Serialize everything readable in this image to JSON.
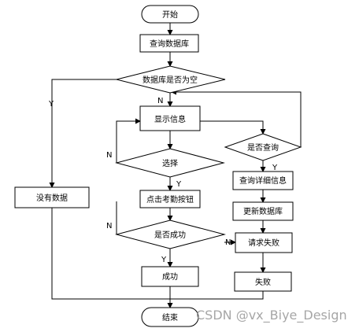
{
  "nodes": {
    "start": "开始",
    "query_db": "查询数据库",
    "db_empty": "数据库是否为空",
    "show_info": "显示信息",
    "is_query": "是否查询",
    "select": "选择",
    "no_data": "没有数据",
    "click_btn": "点击考勤按钮",
    "query_detail": "查询详细信息",
    "update_db": "更新数据库",
    "is_success": "是否成功",
    "request_fail": "请求失败",
    "success": "成功",
    "fail": "失败",
    "end": "结束"
  },
  "edge_labels": {
    "db_empty_no": "N",
    "db_empty_yes": "Y",
    "is_query_yes": "Y",
    "select_yes": "Y",
    "select_no": "N",
    "is_success_no_left": "N",
    "is_success_no_right": "N",
    "is_success_yes": "Y"
  },
  "watermark": "CSDN @vx_Biye_Design"
}
